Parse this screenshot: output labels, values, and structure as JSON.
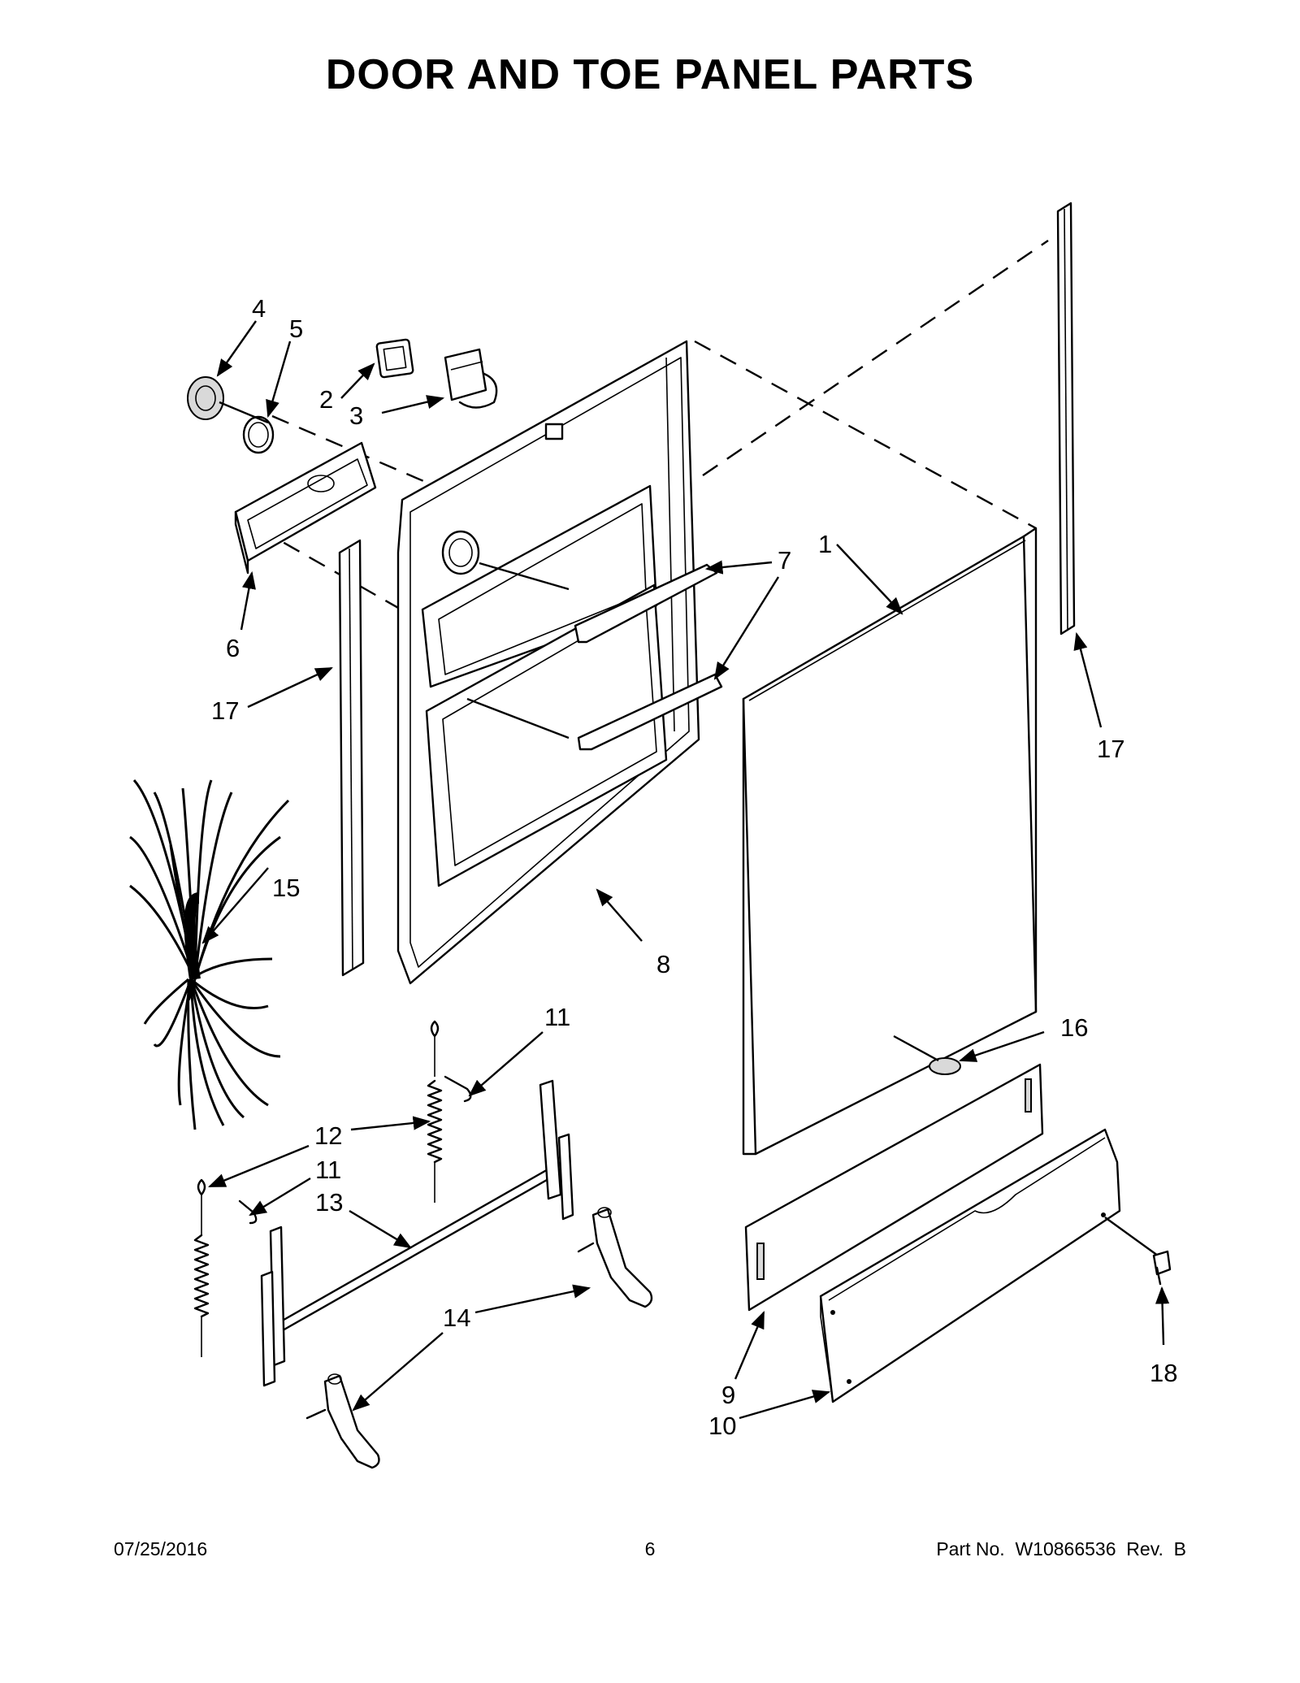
{
  "title": "DOOR AND TOE PANEL PARTS",
  "callouts": [
    {
      "id": "c1",
      "text": "1"
    },
    {
      "id": "c2",
      "text": "2"
    },
    {
      "id": "c3",
      "text": "3"
    },
    {
      "id": "c4",
      "text": "4"
    },
    {
      "id": "c5",
      "text": "5"
    },
    {
      "id": "c6",
      "text": "6"
    },
    {
      "id": "c7",
      "text": "7"
    },
    {
      "id": "c8",
      "text": "8"
    },
    {
      "id": "c9",
      "text": "9"
    },
    {
      "id": "c10",
      "text": "10"
    },
    {
      "id": "c11a",
      "text": "11"
    },
    {
      "id": "c11b",
      "text": "11"
    },
    {
      "id": "c12",
      "text": "12"
    },
    {
      "id": "c13",
      "text": "13"
    },
    {
      "id": "c14",
      "text": "14"
    },
    {
      "id": "c15",
      "text": "15"
    },
    {
      "id": "c16",
      "text": "16"
    },
    {
      "id": "c17a",
      "text": "17"
    },
    {
      "id": "c17b",
      "text": "17"
    },
    {
      "id": "c18",
      "text": "18"
    }
  ],
  "footer": {
    "date": "07/25/2016",
    "page": "6",
    "part": "Part No.  W10866536  Rev.  B"
  }
}
